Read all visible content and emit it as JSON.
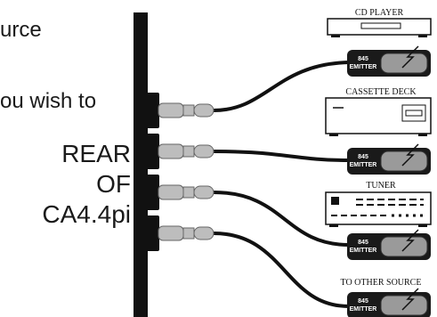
{
  "left_text": {
    "line1": "urce",
    "line2": "ou wish to",
    "rear_of": "REAR OF",
    "model": "CA4.4pi"
  },
  "devices": [
    {
      "label": "CD PLAYER"
    },
    {
      "label": "CASSETTE DECK"
    },
    {
      "label": "TUNER"
    },
    {
      "label": "TO OTHER SOURCE"
    }
  ],
  "emitter": {
    "model": "845",
    "word": "EMITTER"
  },
  "colors": {
    "panel": "#111111",
    "cable": "#111111",
    "plug": "#bdbdbd",
    "emitter_body": "#1a1a1a",
    "emitter_window": "#9a9a9a"
  }
}
